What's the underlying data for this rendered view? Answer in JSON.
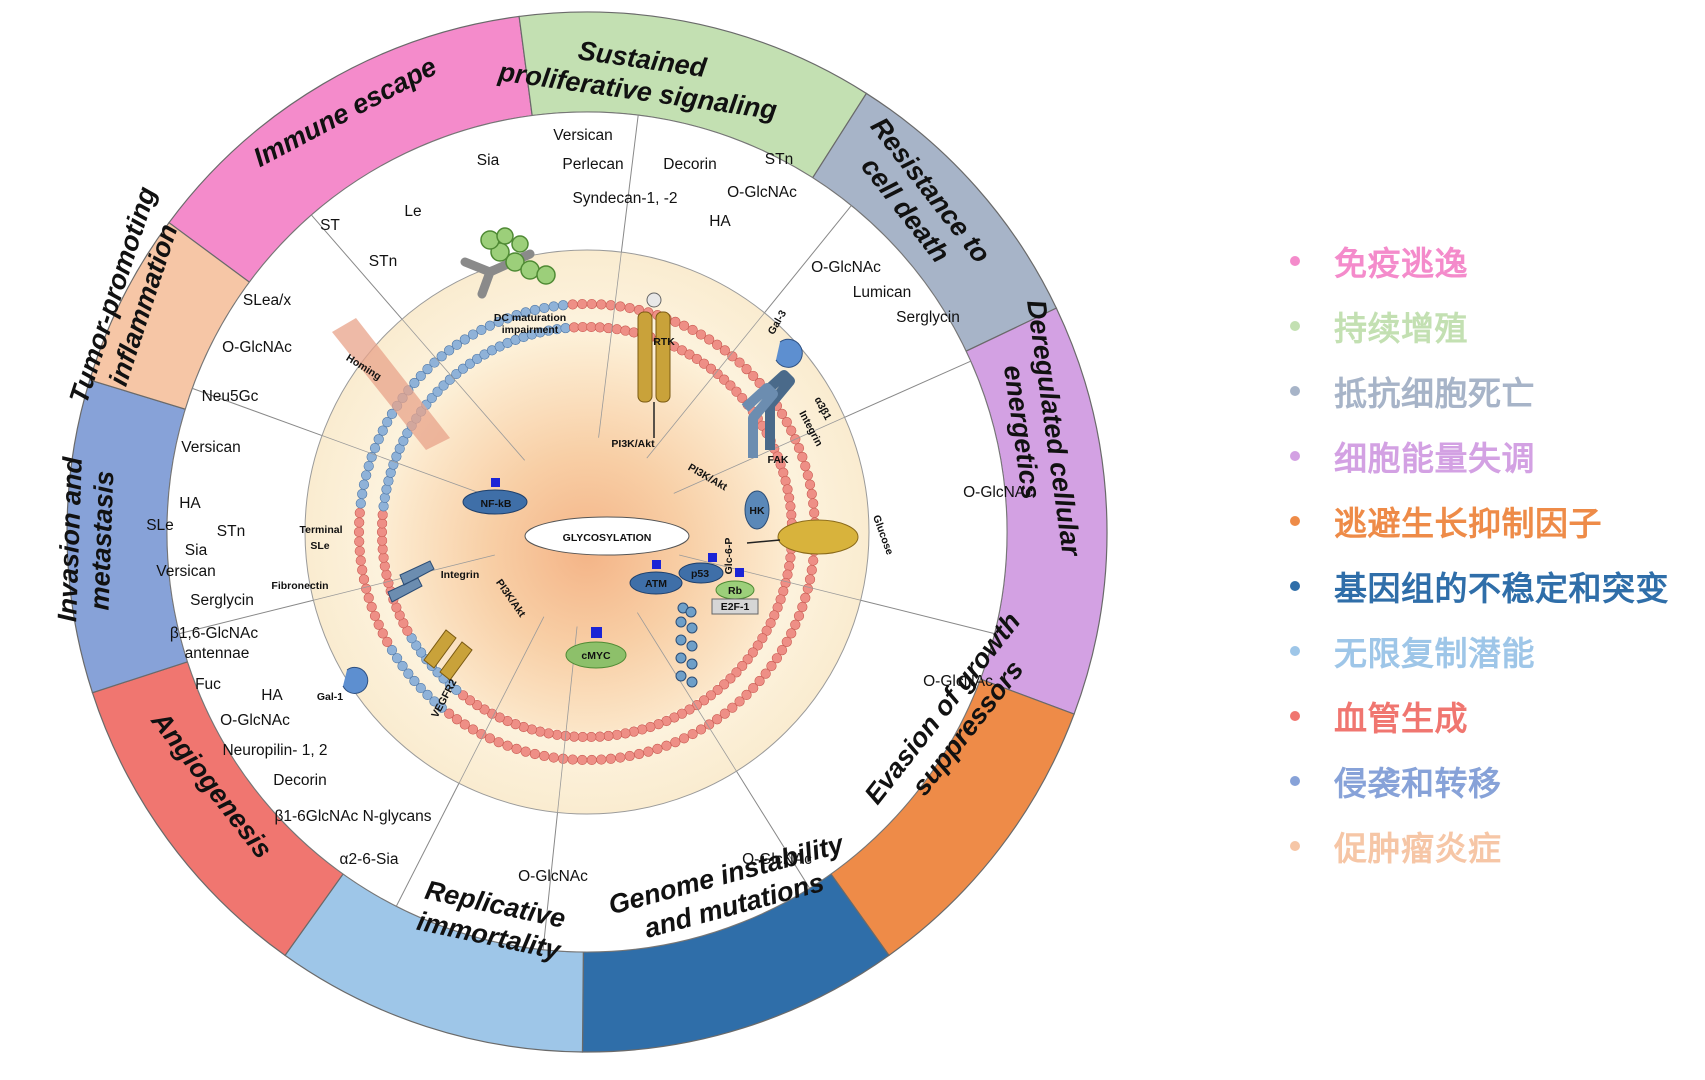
{
  "segments": [
    {
      "label_lines": [
        "Immune escape"
      ],
      "color": "#f48bcb"
    },
    {
      "label_lines": [
        "Sustained",
        "proliferative signaling"
      ],
      "color": "#c3e0b2"
    },
    {
      "label_lines": [
        "Resistance to",
        "cell death"
      ],
      "color": "#a7b4c8"
    },
    {
      "label_lines": [
        "Deregulated cellular",
        "energetics"
      ],
      "color": "#d3a1e3"
    },
    {
      "label_lines": [
        "Evasion of growth",
        "suppressors"
      ],
      "color": "#ee8b48"
    },
    {
      "label_lines": [
        "Genome instability",
        "and mutations"
      ],
      "color": "#2f6ea9"
    },
    {
      "label_lines": [
        "Replicative",
        "immortality"
      ],
      "color": "#9ec6e8"
    },
    {
      "label_lines": [
        "Angiogenesis"
      ],
      "color": "#f07670"
    },
    {
      "label_lines": [
        "Invasion and",
        "metastasis"
      ],
      "color": "#87a2d8"
    },
    {
      "label_lines": [
        "Tumor-promoting",
        "inflammation"
      ],
      "color": "#f6c6a6"
    }
  ],
  "terms": {
    "immune": [
      "Sia",
      "ST",
      "Le",
      "STn"
    ],
    "proliferative": [
      "Versican",
      "Perlecan",
      "Decorin",
      "STn",
      "Syndecan-1, -2",
      "O-GlcNAc",
      "HA"
    ],
    "death": [
      "O-GlcNAc",
      "Lumican",
      "Serglycin"
    ],
    "energetics": [
      "O-GlcNAc"
    ],
    "suppressors": [
      "O-GlcNAc"
    ],
    "genome": [
      "O-GlcNAc"
    ],
    "replicative": [
      "O-GlcNAc"
    ],
    "angiogenesis": [
      "HA",
      "O-GlcNAc",
      "Neuropilin- 1, 2",
      "Decorin",
      "β1-6GlcNAc N-glycans",
      "α2-6-Sia"
    ],
    "invasion": [
      "HA",
      "SLe",
      "STn",
      "Sia",
      "Versican",
      "Serglycin",
      "β1,6-GlcNAc",
      "antennae",
      "Fuc"
    ],
    "inflammation": [
      "SLea/x",
      "O-GlcNAc",
      "Neu5Gc",
      "Versican"
    ]
  },
  "cell": {
    "center": "GLYCOSYLATION",
    "labels": [
      "DC maturation",
      "impairment",
      "RTK",
      "PI3K/Akt",
      "Gal-3",
      "α3β1",
      "Integrin",
      "FAK",
      "PI3K/Akt",
      "Homing",
      "NF-kB",
      "Terminal",
      "SLe",
      "Fibronectin",
      "Integrin",
      "PI3K/Akt",
      "HK",
      "Glc-6-P",
      "Glucose",
      "ATM",
      "p53",
      "Rb",
      "E2F-1",
      "cMYC",
      "Gal-1",
      "VEGFR2"
    ]
  },
  "legend": [
    {
      "text": "免疫逃逸",
      "color": "#f48bcb"
    },
    {
      "text": "持续增殖",
      "color": "#c3e0b2"
    },
    {
      "text": "抵抗细胞死亡",
      "color": "#a7b4c8"
    },
    {
      "text": "细胞能量失调",
      "color": "#d3a1e3"
    },
    {
      "text": "逃避生长抑制因子",
      "color": "#ee8b48"
    },
    {
      "text": "基因组的不稳定和突变",
      "color": "#2f6ea9"
    },
    {
      "text": "无限复制潜能",
      "color": "#9ec6e8"
    },
    {
      "text": "血管生成",
      "color": "#f07670"
    },
    {
      "text": "侵袭和转移",
      "color": "#87a2d8"
    },
    {
      "text": "促肿瘤炎症",
      "color": "#f6c6a6"
    }
  ]
}
